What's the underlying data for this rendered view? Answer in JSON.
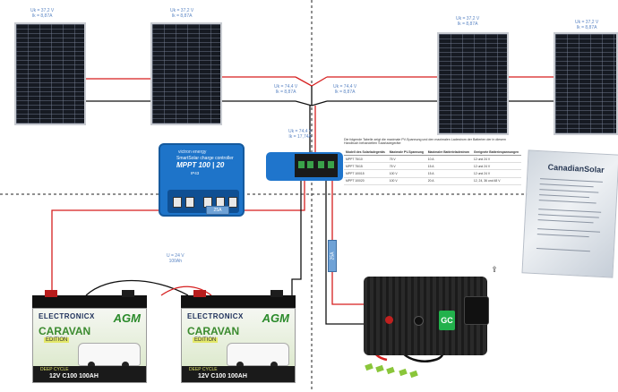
{
  "colors": {
    "positive": "#d61f1f",
    "negative": "#111111",
    "annotation": "#5c86c4",
    "fuse": "#6fa2d6"
  },
  "panels": [
    {
      "voltage": "Uk = 37,2 V",
      "current": "Ik = 8,87A"
    },
    {
      "voltage": "Uk = 37,2 V",
      "current": "Ik = 8,87A"
    },
    {
      "voltage": "Uk = 37,2 V",
      "current": "Ik = 8,87A"
    },
    {
      "voltage": "Uk = 37,2 V",
      "current": "Ik = 8,87A"
    }
  ],
  "string_left": {
    "voltage": "Uk = 74,4 V",
    "current": "Ik = 8,87A"
  },
  "string_right": {
    "voltage": "Uk = 74,4 V",
    "current": "Ik = 8,87A"
  },
  "combined": {
    "voltage": "Uk = 74,4 V",
    "current": "Ik = 17,74A"
  },
  "charge_controller": {
    "brand": "victron energy",
    "subtitle": "SmartSolar charge controller",
    "model": "MPPT 100 | 20",
    "ip_rating": "IP43"
  },
  "fuse_battery": "25A",
  "fuse_inverter": "25A",
  "battery_bank": {
    "voltage": "U = 24 V",
    "capacity": "100Ah"
  },
  "battery": {
    "brand": "ELECTRONICX",
    "type": "AGM",
    "series": "CARAVAN",
    "edition": "EDITION",
    "cycle": "DEEP CYCLE",
    "rating": "12V C100 100AH"
  },
  "table": {
    "caption": "Die folgende Tabelle zeigt die maximale PV-Spannung und den maximalen Ladestrom der Batterien der in diesem Handbuch behandelten Solarladegeräte",
    "headers": [
      "Modell des Solarladegeräts",
      "Maximale PV-Spannung",
      "Maximaler Batterieladestrom",
      "Geeignete Batteriespannungen"
    ],
    "rows": [
      [
        "MPPT 75/10",
        "75 V",
        "10 A",
        "12 und 24 V"
      ],
      [
        "MPPT 75/15",
        "75 V",
        "15 A",
        "12 und 24 V"
      ],
      [
        "MPPT 100/15",
        "100 V",
        "15 A",
        "12 und 24 V"
      ],
      [
        "MPPT 100/20",
        "100 V",
        "20 A",
        "12, 24, 36 und 48 V"
      ]
    ]
  },
  "label_sheet": {
    "brand": "CanadianSolar"
  },
  "inverter": {
    "logo": "GC"
  }
}
